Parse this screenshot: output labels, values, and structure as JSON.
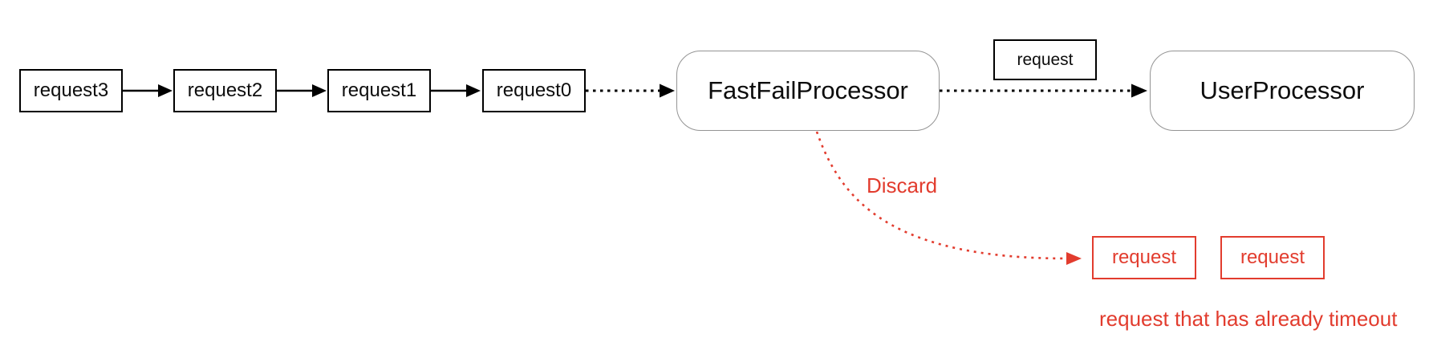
{
  "diagram": {
    "queue": [
      "request3",
      "request2",
      "request1",
      "request0"
    ],
    "processors": {
      "fast_fail": "FastFailProcessor",
      "user": "UserProcessor"
    },
    "in_flight_request": "request",
    "discard_label": "Discard",
    "discarded": [
      "request",
      "request"
    ],
    "caption": "request that has already timeout",
    "colors": {
      "red": "#e23c2e",
      "box_border": "#000000",
      "processor_border": "#949494"
    }
  }
}
